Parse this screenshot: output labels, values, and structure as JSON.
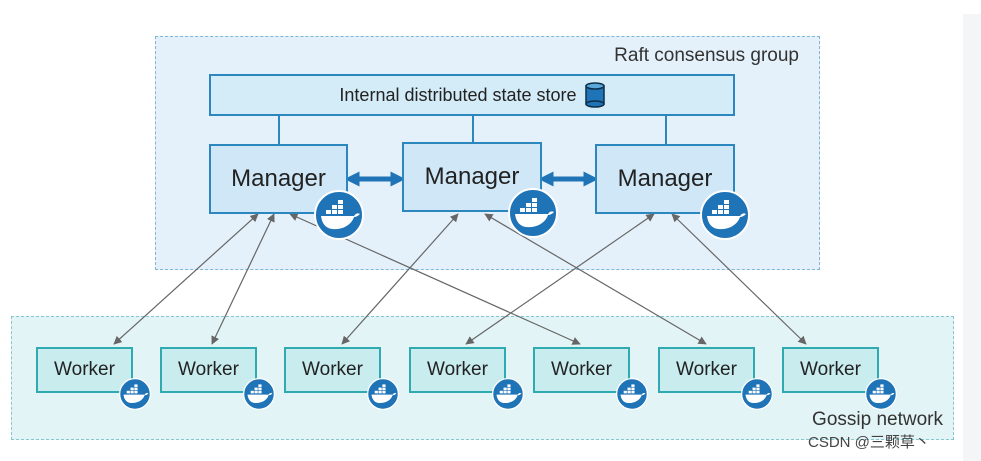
{
  "raft_group": {
    "label": "Raft consensus group"
  },
  "state_store": {
    "label": "Internal distributed state store",
    "icon": "database-icon"
  },
  "managers": [
    {
      "label": "Manager"
    },
    {
      "label": "Manager"
    },
    {
      "label": "Manager"
    }
  ],
  "workers": [
    {
      "label": "Worker"
    },
    {
      "label": "Worker"
    },
    {
      "label": "Worker"
    },
    {
      "label": "Worker"
    },
    {
      "label": "Worker"
    },
    {
      "label": "Worker"
    },
    {
      "label": "Worker"
    }
  ],
  "gossip_network": {
    "label": "Gossip network"
  },
  "watermark": {
    "text": "CSDN @三颗草丶"
  },
  "colors": {
    "raft_background": "#e5f1fa",
    "gossip_background": "#e3f4f6",
    "manager_border": "#2b87bd",
    "worker_border": "#2eaab0",
    "docker_blue": "#1f73b7",
    "connector": "#666666"
  },
  "icons": {
    "node_badge": "docker-whale-icon"
  }
}
